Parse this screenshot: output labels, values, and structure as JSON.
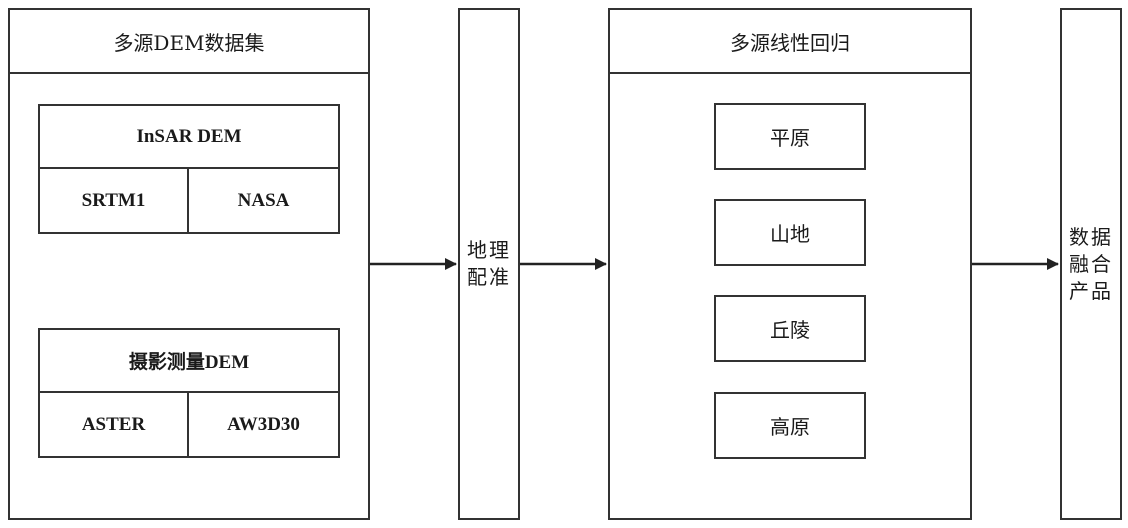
{
  "dem_panel": {
    "title": "多源DEM数据集",
    "insar": {
      "title": "InSAR DEM",
      "sources": [
        "SRTM1",
        "NASA"
      ]
    },
    "photo": {
      "title": "摄影测量DEM",
      "sources": [
        "ASTER",
        "AW3D30"
      ]
    }
  },
  "registration": {
    "line1": "地理",
    "line2": "配准"
  },
  "regression_panel": {
    "title": "多源线性回归",
    "terrains": [
      "平原",
      "山地",
      "丘陵",
      "高原"
    ]
  },
  "product": {
    "line1": "数据",
    "line2": "融合",
    "line3": "产品"
  }
}
